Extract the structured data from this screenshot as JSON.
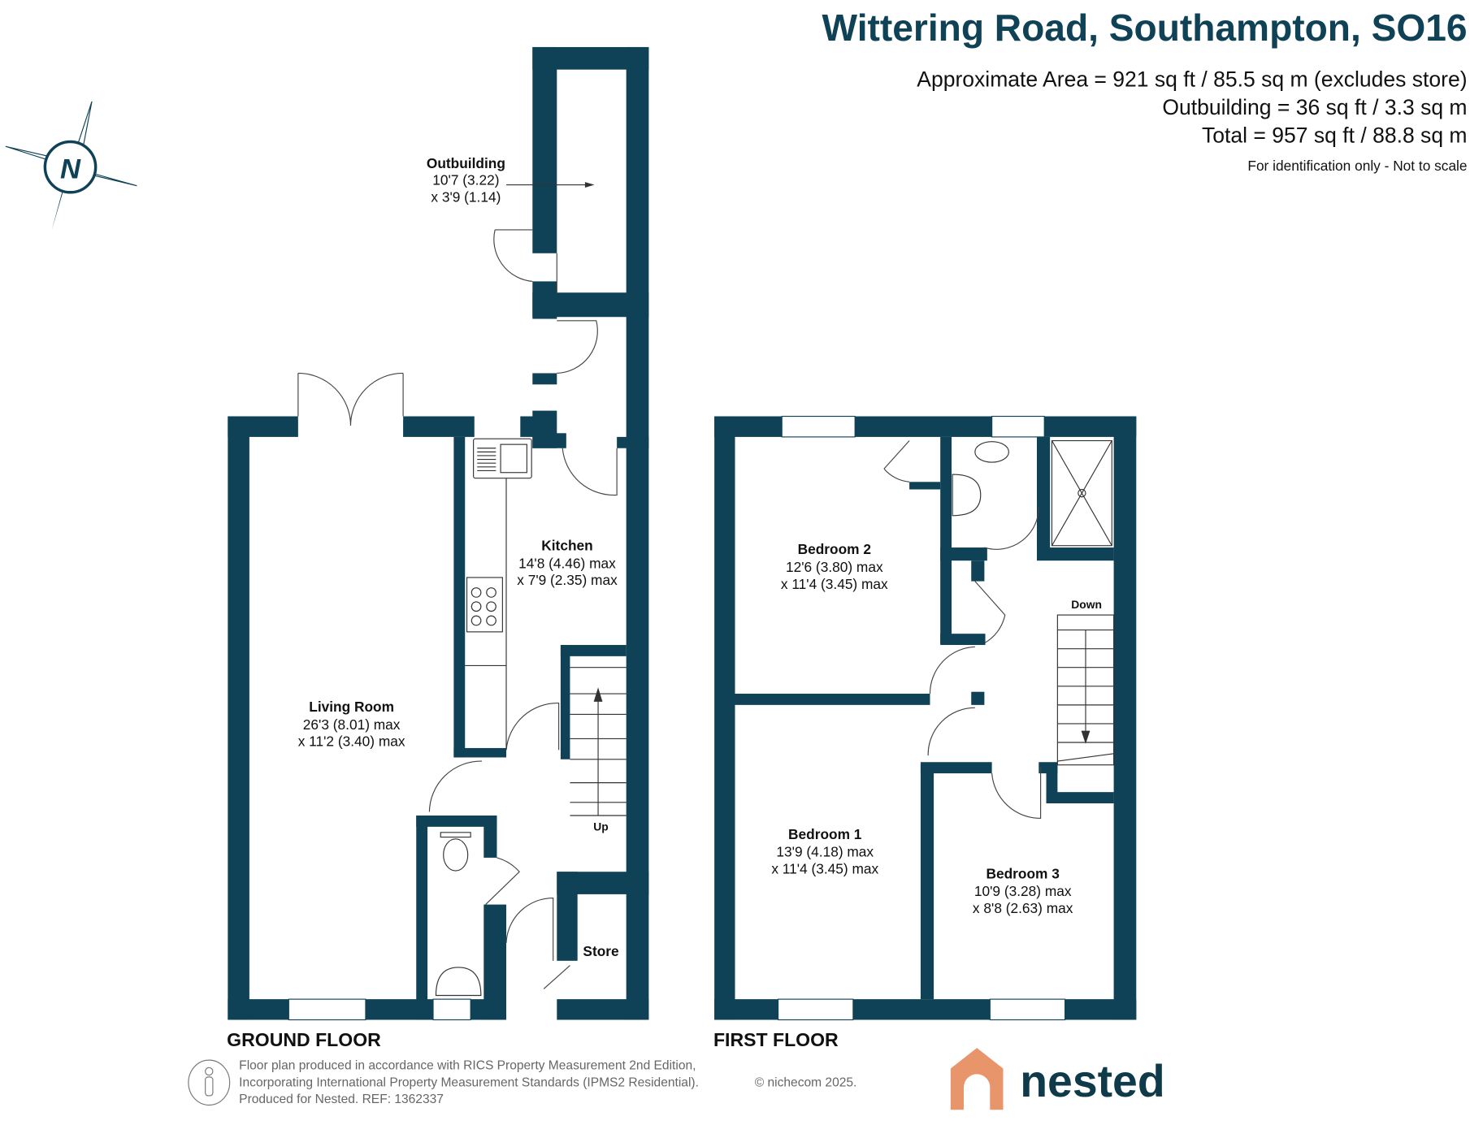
{
  "header": {
    "title": "Wittering Road, Southampton, SO16",
    "area_line": "Approximate Area = 921 sq ft / 85.5 sq m (excludes store)",
    "outbuilding_line": "Outbuilding = 36 sq ft / 3.3 sq m",
    "total_line": "Total = 957 sq ft / 88.8 sq m",
    "disclaimer": "For identification only - Not to scale"
  },
  "compass": {
    "label": "N"
  },
  "ground_floor": {
    "label": "GROUND FLOOR",
    "rooms": {
      "outbuilding": {
        "name": "Outbuilding",
        "dim1": "10'7 (3.22)",
        "dim2": "x 3'9 (1.14)"
      },
      "kitchen": {
        "name": "Kitchen",
        "dim1": "14'8 (4.46) max",
        "dim2": "x 7'9 (2.35) max"
      },
      "living": {
        "name": "Living Room",
        "dim1": "26'3 (8.01) max",
        "dim2": "x 11'2 (3.40) max"
      },
      "store": {
        "name": "Store"
      }
    },
    "stairs_label": "Up"
  },
  "first_floor": {
    "label": "FIRST FLOOR",
    "rooms": {
      "bedroom2": {
        "name": "Bedroom 2",
        "dim1": "12'6 (3.80) max",
        "dim2": "x 11'4 (3.45) max"
      },
      "bedroom1": {
        "name": "Bedroom 1",
        "dim1": "13'9 (4.18) max",
        "dim2": "x 11'4 (3.45) max"
      },
      "bedroom3": {
        "name": "Bedroom 3",
        "dim1": "10'9 (3.28) max",
        "dim2": "x 8'8 (2.63) max"
      }
    },
    "stairs_label": "Down"
  },
  "footer": {
    "line1": "Floor plan produced in accordance with RICS Property Measurement 2nd Edition,",
    "line2": "Incorporating International Property Measurement Standards (IPMS2 Residential).",
    "copyright": "© nichecom 2025.",
    "line3": "Produced for Nested.  REF:  1362337",
    "brand": "nested"
  },
  "colors": {
    "wall": "#0f4256",
    "brand_orange": "#e8956b",
    "brand_text": "#0f3a4a"
  }
}
